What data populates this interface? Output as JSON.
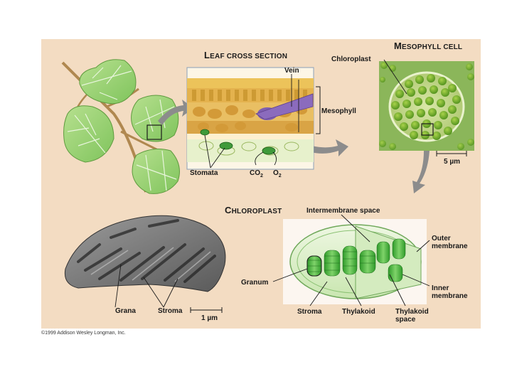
{
  "titles": {
    "leaf_first": "L",
    "leaf_rest": "EAF CROSS SECTION",
    "meso_first": "M",
    "meso_rest": "ESOPHYLL CELL",
    "chloro_first": "C",
    "chloro_rest": "HLOROPLAST"
  },
  "labels": {
    "vein": "Vein",
    "mesophyll": "Mesophyll",
    "stomata": "Stomata",
    "co2": "CO",
    "co2_sub": "2",
    "o2": "O",
    "o2_sub": "2",
    "chloroplast": "Chloroplast",
    "scale_cell_num": "5",
    "scale_cell_unit": "µm",
    "scale_em_num": "1",
    "scale_em_unit": "µm",
    "intermembrane_space": "Intermembrane space",
    "outer_membrane_1": "Outer",
    "outer_membrane_2": "membrane",
    "granum": "Granum",
    "inner_membrane_1": "Inner",
    "inner_membrane_2": "membrane",
    "grana": "Grana",
    "stroma_em": "Stroma",
    "stroma": "Stroma",
    "thylakoid": "Thylakoid",
    "thylakoid_space_1": "Thylakoid",
    "thylakoid_space_2": "space"
  },
  "copyright": "©1999 Addison Wesley Longman, Inc.",
  "colors": {
    "background": "#f3dcc2",
    "leaf": "#9bd27a",
    "leaf_vein": "#e8f5dc",
    "chloroplast_green": "#4fae3a",
    "arrow": "#8c8c8c"
  }
}
